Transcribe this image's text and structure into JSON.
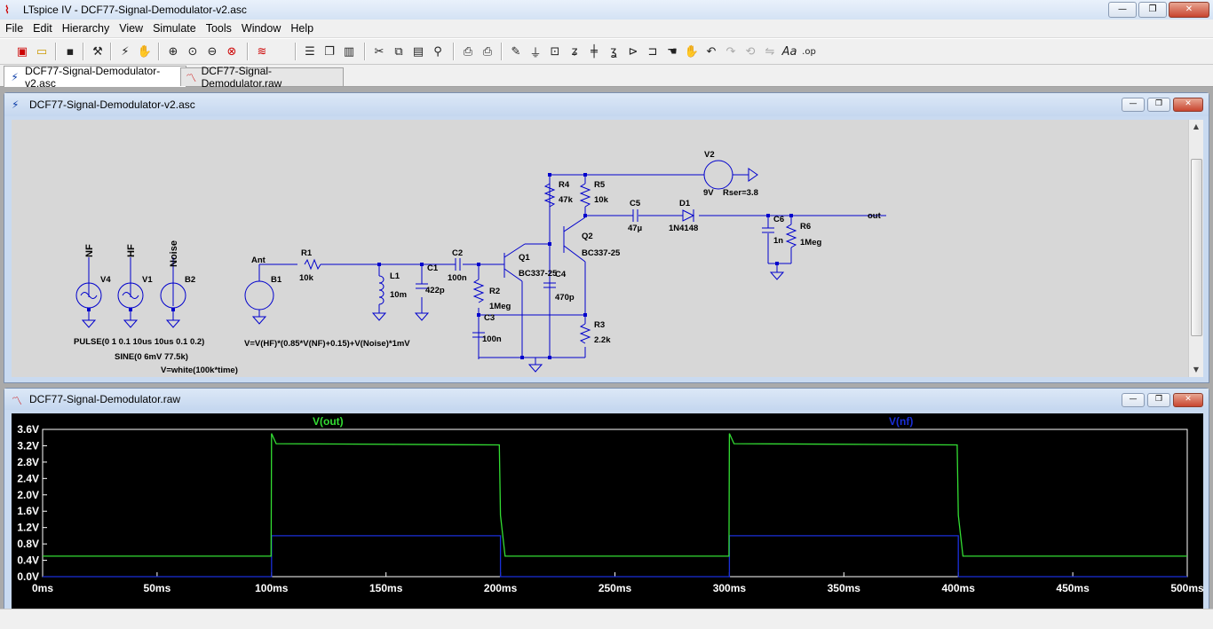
{
  "window": {
    "title": "LTspice IV - DCF77-Signal-Demodulator-v2.asc",
    "min_glyph": "—",
    "max_glyph": "❐",
    "close_glyph": "✕"
  },
  "menu": [
    "File",
    "Edit",
    "Hierarchy",
    "View",
    "Simulate",
    "Tools",
    "Window",
    "Help"
  ],
  "toolbar_icons": [
    "new-schematic-icon",
    "open-icon",
    "save-icon",
    "control-panel-icon",
    "run-icon",
    "halt-icon",
    "zoom-in-icon",
    "zoom-pan-icon",
    "zoom-out-icon",
    "zoom-cancel-icon",
    "autoscale-icon",
    "tile-horizontal-icon",
    "cascade-icon",
    "tile-vertical-icon",
    "cut-icon",
    "copy-icon",
    "paste-icon",
    "find-icon",
    "print-setup-icon",
    "print-icon",
    "draw-wire-icon",
    "ground-icon",
    "label-net-icon",
    "resistor-icon",
    "capacitor-icon",
    "inductor-icon",
    "diode-icon",
    "component-icon",
    "move-icon",
    "drag-icon",
    "undo-icon",
    "redo-icon",
    "rotate-icon",
    "mirror-icon",
    "text-icon",
    "spice-directive-icon"
  ],
  "tabs": [
    {
      "label": "DCF77-Signal-Demodulator-v2.asc",
      "icon": "schematic-icon",
      "active": true
    },
    {
      "label": "DCF77-Signal-Demodulator.raw",
      "icon": "waveform-icon",
      "active": false
    }
  ],
  "schematic_window": {
    "title": "DCF77-Signal-Demodulator-v2.asc"
  },
  "waveform_window": {
    "title": "DCF77-Signal-Demodulator.raw"
  },
  "schematic": {
    "net_labels": {
      "nf": "NF",
      "hf": "HF",
      "noise": "Noise",
      "ant": "Ant",
      "out": "out"
    },
    "components": {
      "V4": "V4",
      "V1": "V1",
      "B2": "B2",
      "B1": "B1",
      "R1": "R1",
      "R1_val": "10k",
      "L1": "L1",
      "L1_val": "10m",
      "C1": "C1",
      "C1_val": "422p",
      "C2": "C2",
      "C2_val": "100n",
      "R2": "R2",
      "R2_val": "1Meg",
      "C3": "C3",
      "C3_val": "100n",
      "Q1": "Q1",
      "Q1_val": "BC337-25",
      "C4": "C4",
      "C4_val": "470p",
      "Q2": "Q2",
      "Q2_val": "BC337-25",
      "R3": "R3",
      "R3_val": "2.2k",
      "R4": "R4",
      "R4_val": "47k",
      "R5": "R5",
      "R5_val": "10k",
      "V2": "V2",
      "V2_val": "9V",
      "V2_rser": "Rser=3.8",
      "C5": "C5",
      "C5_val": "47µ",
      "D1": "D1",
      "D1_val": "1N4148",
      "C6": "C6",
      "C6_val": "1n",
      "R6": "R6",
      "R6_val": "1Meg"
    },
    "expressions": {
      "pulse": "PULSE(0 1 0.1 10us 10us 0.1 0.2)",
      "sine": "SINE(0 6mV 77.5k)",
      "white": "V=white(100k*time)",
      "b1": "V=V(HF)*(0.85*V(NF)+0.15)+V(Noise)*1mV"
    }
  },
  "chart_data": {
    "type": "line",
    "title": "",
    "xlabel": "",
    "ylabel": "",
    "xlim": [
      0,
      500
    ],
    "ylim": [
      0,
      3.6
    ],
    "x_ticks": [
      "0ms",
      "50ms",
      "100ms",
      "150ms",
      "200ms",
      "250ms",
      "300ms",
      "350ms",
      "400ms",
      "450ms",
      "500ms"
    ],
    "x_tick_values": [
      0,
      50,
      100,
      150,
      200,
      250,
      300,
      350,
      400,
      450,
      500
    ],
    "y_ticks": [
      "0.0V",
      "0.4V",
      "0.8V",
      "1.2V",
      "1.6V",
      "2.0V",
      "2.4V",
      "2.8V",
      "3.2V",
      "3.6V"
    ],
    "y_tick_values": [
      0,
      0.4,
      0.8,
      1.2,
      1.6,
      2.0,
      2.4,
      2.8,
      3.2,
      3.6
    ],
    "series": [
      {
        "name": "V(out)",
        "color": "#33dd33",
        "x": [
          0,
          99.8,
          100,
          102,
          199.5,
          200,
          202,
          299.8,
          300,
          302,
          399.5,
          400,
          402,
          500
        ],
        "y": [
          0.5,
          0.5,
          3.5,
          3.25,
          3.22,
          1.5,
          0.5,
          0.5,
          3.5,
          3.25,
          3.22,
          1.5,
          0.5,
          0.5
        ]
      },
      {
        "name": "V(nf)",
        "color": "#1a2fd8",
        "x": [
          0,
          100,
          100,
          200,
          200,
          300,
          300,
          400,
          400,
          500
        ],
        "y": [
          0,
          0,
          1,
          1,
          0,
          0,
          1,
          1,
          0,
          0
        ]
      }
    ],
    "legend": "top",
    "grid": false,
    "background": "#000000",
    "axis_color": "#ffffff"
  }
}
